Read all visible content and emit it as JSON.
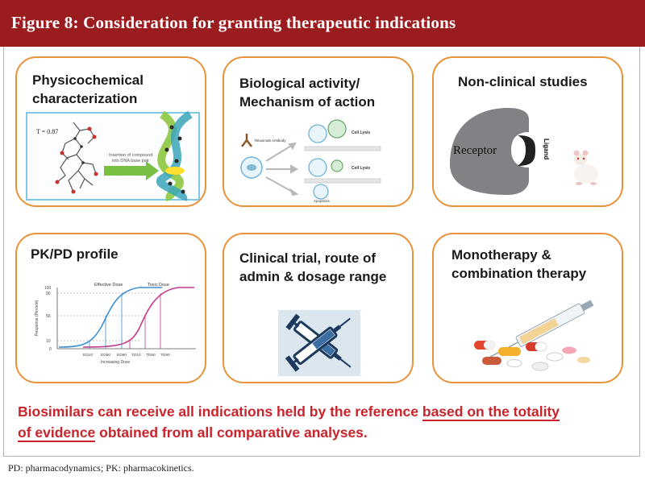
{
  "header": {
    "title": "Figure 8: Consideration for granting therapeutic indications"
  },
  "cards": [
    {
      "title": "Physicochemical characterization",
      "title_lines": [
        "Physicochemical",
        "characterization"
      ],
      "figure_text": {
        "tau": "T = 0.87",
        "arrow_label_1": "Insertion of compound",
        "arrow_label_2": "into DNA base pair"
      }
    },
    {
      "title": "Biological activity/ Mechanism of action",
      "title_lines": [
        "Biological activity/",
        "Mechanism of action"
      ],
      "figure_text": {
        "antibody": "Rituximab Antibody",
        "cell_lysis_1": "Cell Lysis",
        "cell_lysis_2": "Cell Lysis",
        "apoptosis": "Apoptosis"
      }
    },
    {
      "title": "Non-clinical studies",
      "title_lines": [
        "Non-clinical studies"
      ],
      "figure_text": {
        "receptor": "Receptor",
        "ligand": "Ligand"
      }
    },
    {
      "title": "PK/PD profile",
      "title_lines": [
        "PK/PD profile"
      ],
      "figure_text": {
        "effective_dose": "Effective Dose",
        "toxic_dose": "Toxic Dose",
        "y_axis": "Response (Percent)",
        "x_axis": "Increasing Dose",
        "y_ticks": [
          "100",
          "90",
          "50",
          "10",
          "0"
        ],
        "x_ticks": [
          "ED10",
          "ED50",
          "ED90",
          "TD10",
          "TD50",
          "TD90"
        ]
      }
    },
    {
      "title": "Clinical trial, route of admin & dosage range",
      "title_lines": [
        "Clinical trial, route of",
        "admin & dosage range"
      ]
    },
    {
      "title": "Monotherapy & combination therapy",
      "title_lines": [
        "Monotherapy &",
        "combination therapy"
      ]
    }
  ],
  "conclusion": {
    "part1": "Biosimilars can receive all indications held by the reference ",
    "underlined1": "based on the totality",
    "underlined2": "of evidence",
    "part2": " obtained from all comparative analyses."
  },
  "footnote": "PD: pharmacodynamics; PK: pharmacokinetics.",
  "colors": {
    "header_bg": "#9b1c1f",
    "card_border": "#e8923a",
    "conclusion_text": "#c8242b"
  }
}
